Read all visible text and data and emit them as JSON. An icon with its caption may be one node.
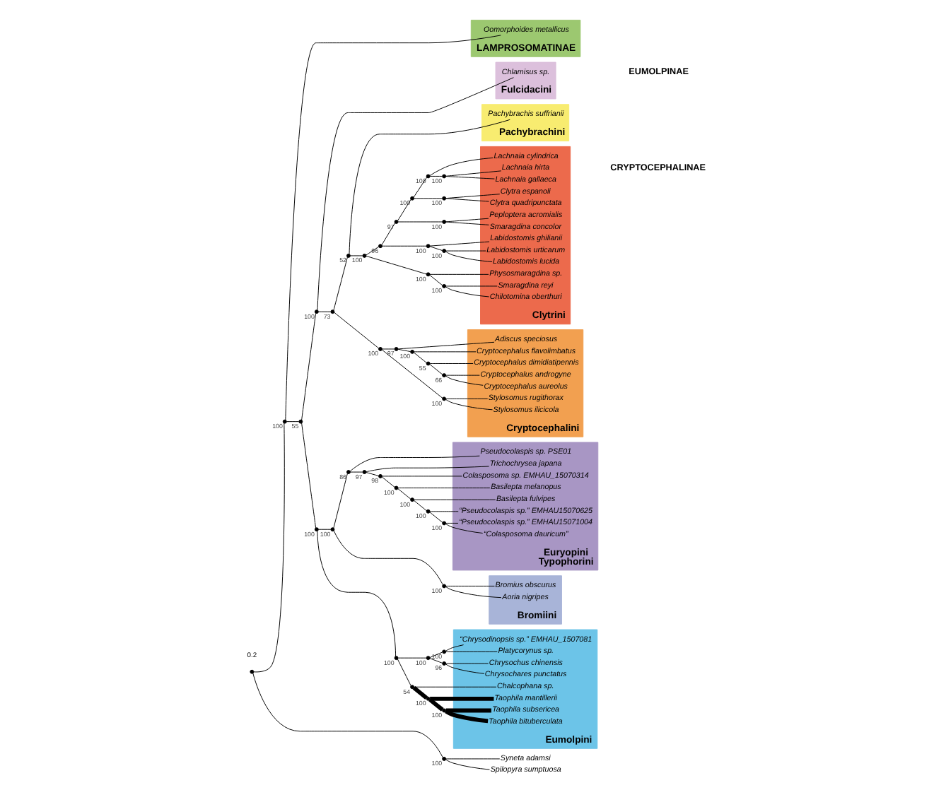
{
  "diagram": {
    "nodes": [
      {
        "text": [
          "Clytrini"
        ]
      },
      {
        "text": [
          "Pachybrachini"
        ]
      },
      {
        "text": [
          "Cryptocephalini"
        ]
      },
      {
        "text": [
          "Fulcidacini"
        ]
      },
      {
        "text": [
          "Euryopini",
          "Typophorini"
        ]
      },
      {
        "text": [
          "Bromiini"
        ]
      },
      {
        "text": [
          "Eumolpini"
        ]
      },
      {
        "text": [
          "LAMPROSOMATINAE"
        ]
      },
      {
        "text": [],
        "shape": "point"
      },
      {
        "text": [],
        "shape": "point",
        "beside": [
          "100"
        ]
      },
      {
        "text": [],
        "shape": "point",
        "beside": [
          "55"
        ]
      },
      {
        "text": [],
        "shape": "point",
        "beside": [
          "100"
        ]
      },
      {
        "text": [],
        "shape": "point",
        "beside": [
          "73"
        ]
      },
      {
        "text": [],
        "shape": "point",
        "beside": [
          "52"
        ]
      },
      {
        "text": [],
        "shape": "point",
        "beside": [
          "100"
        ]
      },
      {
        "text": [],
        "shape": "point",
        "beside": [
          "96"
        ]
      },
      {
        "text": [],
        "shape": "point",
        "beside": [
          "97"
        ]
      },
      {
        "text": [],
        "shape": "point",
        "beside": [
          "100"
        ]
      },
      {
        "text": [],
        "shape": "point",
        "beside": [
          "100"
        ]
      },
      {
        "text": [],
        "shape": "point",
        "beside": [
          "100"
        ]
      },
      {
        "text": [
          "Lachnaia hirta"
        ],
        "in": 0
      },
      {
        "text": [
          "Lachnaia gallaeca"
        ],
        "in": 0
      },
      {
        "text": [
          "Lachnaia cylindrica"
        ],
        "in": 0
      },
      {
        "text": [],
        "shape": "point",
        "beside": [
          "100"
        ]
      },
      {
        "text": [
          "Clytra quadripunctata"
        ],
        "in": 0
      },
      {
        "text": [
          "Clytra espanoli"
        ],
        "in": 0
      },
      {
        "text": [],
        "shape": "point",
        "beside": [
          "100"
        ]
      },
      {
        "text": [
          "Smaragdina concolor"
        ],
        "in": 0
      },
      {
        "text": [
          "Peploptera acromialis"
        ],
        "in": 0
      },
      {
        "text": [],
        "shape": "point",
        "beside": [
          "100"
        ]
      },
      {
        "text": [],
        "shape": "point",
        "beside": [
          "100"
        ]
      },
      {
        "text": [
          "Labidostomis urticarum"
        ],
        "in": 0
      },
      {
        "text": [
          "Labidostomis lucida"
        ],
        "in": 0
      },
      {
        "text": [
          "Labidostomis ghilianii"
        ],
        "in": 0
      },
      {
        "text": [],
        "shape": "point",
        "beside": [
          "100"
        ]
      },
      {
        "text": [],
        "shape": "point",
        "beside": [
          "100"
        ]
      },
      {
        "text": [
          "Smaragdina reyi"
        ],
        "in": 0
      },
      {
        "text": [
          "Chilotomina oberthuri"
        ],
        "in": 0
      },
      {
        "text": [
          "Physosmaragdina sp."
        ],
        "in": 0
      },
      {
        "text": [
          "Pachybrachis suffrianii"
        ],
        "in": 1
      },
      {
        "text": [],
        "shape": "point",
        "beside": [
          "100"
        ]
      },
      {
        "text": [],
        "shape": "point",
        "beside": [
          "97"
        ]
      },
      {
        "text": [],
        "shape": "point",
        "beside": [
          "100"
        ]
      },
      {
        "text": [],
        "shape": "point",
        "beside": [
          "55"
        ]
      },
      {
        "text": [],
        "shape": "point",
        "beside": [
          "66"
        ]
      },
      {
        "text": [
          "Cryptocephalus androgyne"
        ],
        "in": 2
      },
      {
        "text": [
          "Cryptocephalus aureolus"
        ],
        "in": 2
      },
      {
        "text": [
          "Cryptocephalus dimidiatipennis"
        ],
        "in": 2
      },
      {
        "text": [
          "Cryptocephalus flavolimbatus"
        ],
        "in": 2
      },
      {
        "text": [
          "Adiscus speciosus"
        ],
        "in": 2
      },
      {
        "text": [],
        "shape": "point",
        "beside": [
          "100"
        ]
      },
      {
        "text": [
          "Stylosomus ilicicola"
        ],
        "in": 2
      },
      {
        "text": [
          "Stylosomus rugithorax"
        ],
        "in": 2
      },
      {
        "text": [
          "Chlamisus sp."
        ],
        "in": 3
      },
      {
        "text": [],
        "shape": "point",
        "beside": [
          "100"
        ]
      },
      {
        "text": [],
        "shape": "point",
        "beside": [
          "100"
        ]
      },
      {
        "text": [],
        "shape": "point",
        "beside": [
          "86"
        ]
      },
      {
        "text": [],
        "shape": "point",
        "beside": [
          "97"
        ]
      },
      {
        "text": [],
        "shape": "point",
        "beside": [
          "98"
        ]
      },
      {
        "text": [],
        "shape": "point",
        "beside": [
          "100"
        ]
      },
      {
        "text": [],
        "shape": "point",
        "beside": [
          "100"
        ]
      },
      {
        "text": [],
        "shape": "point",
        "beside": [
          "100"
        ]
      },
      {
        "text": [],
        "shape": "point",
        "beside": [
          "100"
        ]
      },
      {
        "text": [
          "“Pseudocolaspis sp.” EMHAU15071004"
        ],
        "in": 4
      },
      {
        "text": [
          "“Colasposoma dauricum”"
        ],
        "in": 4
      },
      {
        "text": [
          "“Pseudocolaspis sp.” EMHAU15070625"
        ],
        "in": 4
      },
      {
        "text": [
          "Basilepta fulvipes"
        ],
        "in": 4
      },
      {
        "text": [
          "Basilepta melanopus"
        ],
        "in": 4
      },
      {
        "text": [
          "Colasposoma sp. EMHAU_15070314"
        ],
        "in": 4
      },
      {
        "text": [
          "Trichochrysea japana"
        ],
        "in": 4
      },
      {
        "text": [
          "Pseudocolaspis sp. PSE01"
        ],
        "in": 4
      },
      {
        "text": [],
        "shape": "point",
        "beside": [
          "100"
        ]
      },
      {
        "text": [
          "Bromius obscurus"
        ],
        "in": 5
      },
      {
        "text": [
          "Aoria nigripes"
        ],
        "in": 5
      },
      {
        "text": [],
        "shape": "point",
        "beside": [
          "100"
        ]
      },
      {
        "text": [],
        "shape": "point",
        "beside": [
          "100"
        ]
      },
      {
        "text": [],
        "shape": "point",
        "beside": [
          "100"
        ]
      },
      {
        "text": [
          "“Chrysodinopsis sp.” EMHAU_1507081"
        ],
        "in": 6
      },
      {
        "text": [
          "Platycorynus sp."
        ],
        "in": 6
      },
      {
        "text": [],
        "shape": "point",
        "beside": [
          "96"
        ]
      },
      {
        "text": [
          "Chrysochus chinensis"
        ],
        "in": 6
      },
      {
        "text": [
          "Chrysochares punctatus"
        ],
        "in": 6
      },
      {
        "text": [],
        "shape": "point",
        "beside": [
          "54"
        ]
      },
      {
        "text": [],
        "shape": "point",
        "beside": [
          "100"
        ]
      },
      {
        "text": [],
        "shape": "point",
        "beside": [
          "100"
        ]
      },
      {
        "text": [
          "Taophila subsericea"
        ],
        "in": 6
      },
      {
        "text": [
          "Taophila bituberculata"
        ],
        "in": 6
      },
      {
        "text": [
          "Taophila mantillerii"
        ],
        "in": 6
      },
      {
        "text": [
          "Chalcophana sp."
        ],
        "in": 6
      },
      {
        "text": [
          "Oomorphoides metallicus"
        ],
        "in": 7
      },
      {
        "text": [],
        "shape": "point",
        "beside": [
          "100"
        ]
      },
      {
        "text": [
          "Syneta adamsi"
        ]
      },
      {
        "text": [
          "Spilopyra sumptuosa"
        ]
      }
    ],
    "edges": [
      {
        "from": 8,
        "to": 9,
        "arrow": "none"
      },
      {
        "from": 8,
        "to": 90,
        "arrow": "none"
      },
      {
        "from": 9,
        "to": 10,
        "arrow": "none"
      },
      {
        "from": 9,
        "to": 89,
        "arrow": "none"
      },
      {
        "from": 10,
        "to": 11,
        "arrow": "none"
      },
      {
        "from": 10,
        "to": 54,
        "arrow": "none"
      },
      {
        "from": 11,
        "to": 12,
        "arrow": "none"
      },
      {
        "from": 11,
        "to": 53,
        "arrow": "none"
      },
      {
        "from": 12,
        "to": 13,
        "arrow": "none"
      },
      {
        "from": 12,
        "to": 40,
        "arrow": "none"
      },
      {
        "from": 13,
        "to": 14,
        "arrow": "none"
      },
      {
        "from": 13,
        "to": 39,
        "arrow": "none"
      },
      {
        "from": 14,
        "to": 15,
        "arrow": "none"
      },
      {
        "from": 14,
        "to": 34,
        "arrow": "none"
      },
      {
        "from": 15,
        "to": 16,
        "arrow": "none"
      },
      {
        "from": 15,
        "to": 29,
        "arrow": "none"
      },
      {
        "from": 16,
        "to": 17,
        "arrow": "none"
      },
      {
        "from": 16,
        "to": 26,
        "arrow": "none"
      },
      {
        "from": 17,
        "to": 18,
        "arrow": "none"
      },
      {
        "from": 17,
        "to": 23,
        "arrow": "none"
      },
      {
        "from": 18,
        "to": 19,
        "arrow": "none"
      },
      {
        "from": 18,
        "to": 22,
        "arrow": "none"
      },
      {
        "from": 19,
        "to": 20,
        "arrow": "none"
      },
      {
        "from": 19,
        "to": 21,
        "arrow": "none"
      },
      {
        "from": 23,
        "to": 24,
        "arrow": "none"
      },
      {
        "from": 23,
        "to": 25,
        "arrow": "none"
      },
      {
        "from": 26,
        "to": 27,
        "arrow": "none"
      },
      {
        "from": 26,
        "to": 28,
        "arrow": "none"
      },
      {
        "from": 29,
        "to": 30,
        "arrow": "none"
      },
      {
        "from": 29,
        "to": 33,
        "arrow": "none"
      },
      {
        "from": 30,
        "to": 31,
        "arrow": "none"
      },
      {
        "from": 30,
        "to": 32,
        "arrow": "none"
      },
      {
        "from": 34,
        "to": 35,
        "arrow": "none"
      },
      {
        "from": 34,
        "to": 38,
        "arrow": "none"
      },
      {
        "from": 35,
        "to": 36,
        "arrow": "none"
      },
      {
        "from": 35,
        "to": 37,
        "arrow": "none"
      },
      {
        "from": 40,
        "to": 41,
        "arrow": "none"
      },
      {
        "from": 40,
        "to": 50,
        "arrow": "none"
      },
      {
        "from": 41,
        "to": 42,
        "arrow": "none"
      },
      {
        "from": 41,
        "to": 49,
        "arrow": "none"
      },
      {
        "from": 42,
        "to": 43,
        "arrow": "none"
      },
      {
        "from": 42,
        "to": 48,
        "arrow": "none"
      },
      {
        "from": 43,
        "to": 44,
        "arrow": "none"
      },
      {
        "from": 43,
        "to": 47,
        "arrow": "none"
      },
      {
        "from": 44,
        "to": 45,
        "arrow": "none"
      },
      {
        "from": 44,
        "to": 46,
        "arrow": "none"
      },
      {
        "from": 50,
        "to": 51,
        "arrow": "none"
      },
      {
        "from": 50,
        "to": 52,
        "arrow": "none"
      },
      {
        "from": 54,
        "to": 55,
        "arrow": "none"
      },
      {
        "from": 54,
        "to": 74,
        "arrow": "none"
      },
      {
        "from": 55,
        "to": 56,
        "arrow": "none"
      },
      {
        "from": 55,
        "to": 71,
        "arrow": "none"
      },
      {
        "from": 56,
        "to": 57,
        "arrow": "none"
      },
      {
        "from": 56,
        "to": 70,
        "arrow": "none"
      },
      {
        "from": 57,
        "to": 58,
        "arrow": "none"
      },
      {
        "from": 57,
        "to": 69,
        "arrow": "none"
      },
      {
        "from": 58,
        "to": 59,
        "arrow": "none"
      },
      {
        "from": 58,
        "to": 68,
        "arrow": "none"
      },
      {
        "from": 59,
        "to": 60,
        "arrow": "none"
      },
      {
        "from": 59,
        "to": 67,
        "arrow": "none"
      },
      {
        "from": 60,
        "to": 61,
        "arrow": "none"
      },
      {
        "from": 60,
        "to": 66,
        "arrow": "none"
      },
      {
        "from": 61,
        "to": 62,
        "arrow": "none"
      },
      {
        "from": 61,
        "to": 65,
        "arrow": "none"
      },
      {
        "from": 62,
        "to": 63,
        "arrow": "none"
      },
      {
        "from": 62,
        "to": 64,
        "arrow": "none"
      },
      {
        "from": 71,
        "to": 72,
        "arrow": "none"
      },
      {
        "from": 71,
        "to": 73,
        "arrow": "none"
      },
      {
        "from": 74,
        "to": 75,
        "arrow": "none"
      },
      {
        "from": 74,
        "to": 82,
        "arrow": "none"
      },
      {
        "from": 75,
        "to": 76,
        "arrow": "none"
      },
      {
        "from": 75,
        "to": 79,
        "arrow": "none"
      },
      {
        "from": 76,
        "to": 77,
        "arrow": "none"
      },
      {
        "from": 76,
        "to": 78,
        "arrow": "none"
      },
      {
        "from": 79,
        "to": 80,
        "arrow": "none"
      },
      {
        "from": 79,
        "to": 81,
        "arrow": "none"
      },
      {
        "from": 82,
        "to": 83,
        "arrow": "none",
        "style": "thick"
      },
      {
        "from": 82,
        "to": 88,
        "arrow": "none"
      },
      {
        "from": 83,
        "to": 84,
        "arrow": "none",
        "style": "thick"
      },
      {
        "from": 83,
        "to": 87,
        "arrow": "none",
        "style": "thick"
      },
      {
        "from": 84,
        "to": 85,
        "arrow": "none",
        "style": "thick"
      },
      {
        "from": 84,
        "to": 86,
        "arrow": "none",
        "style": "thick"
      },
      {
        "from": 90,
        "to": 91,
        "arrow": "none"
      },
      {
        "from": 90,
        "to": 92,
        "arrow": "none"
      }
    ],
    "labels": [
      "0.2",
      "CRYPTOCEPHALINAE",
      "EUMOLPINAE"
    ]
  }
}
